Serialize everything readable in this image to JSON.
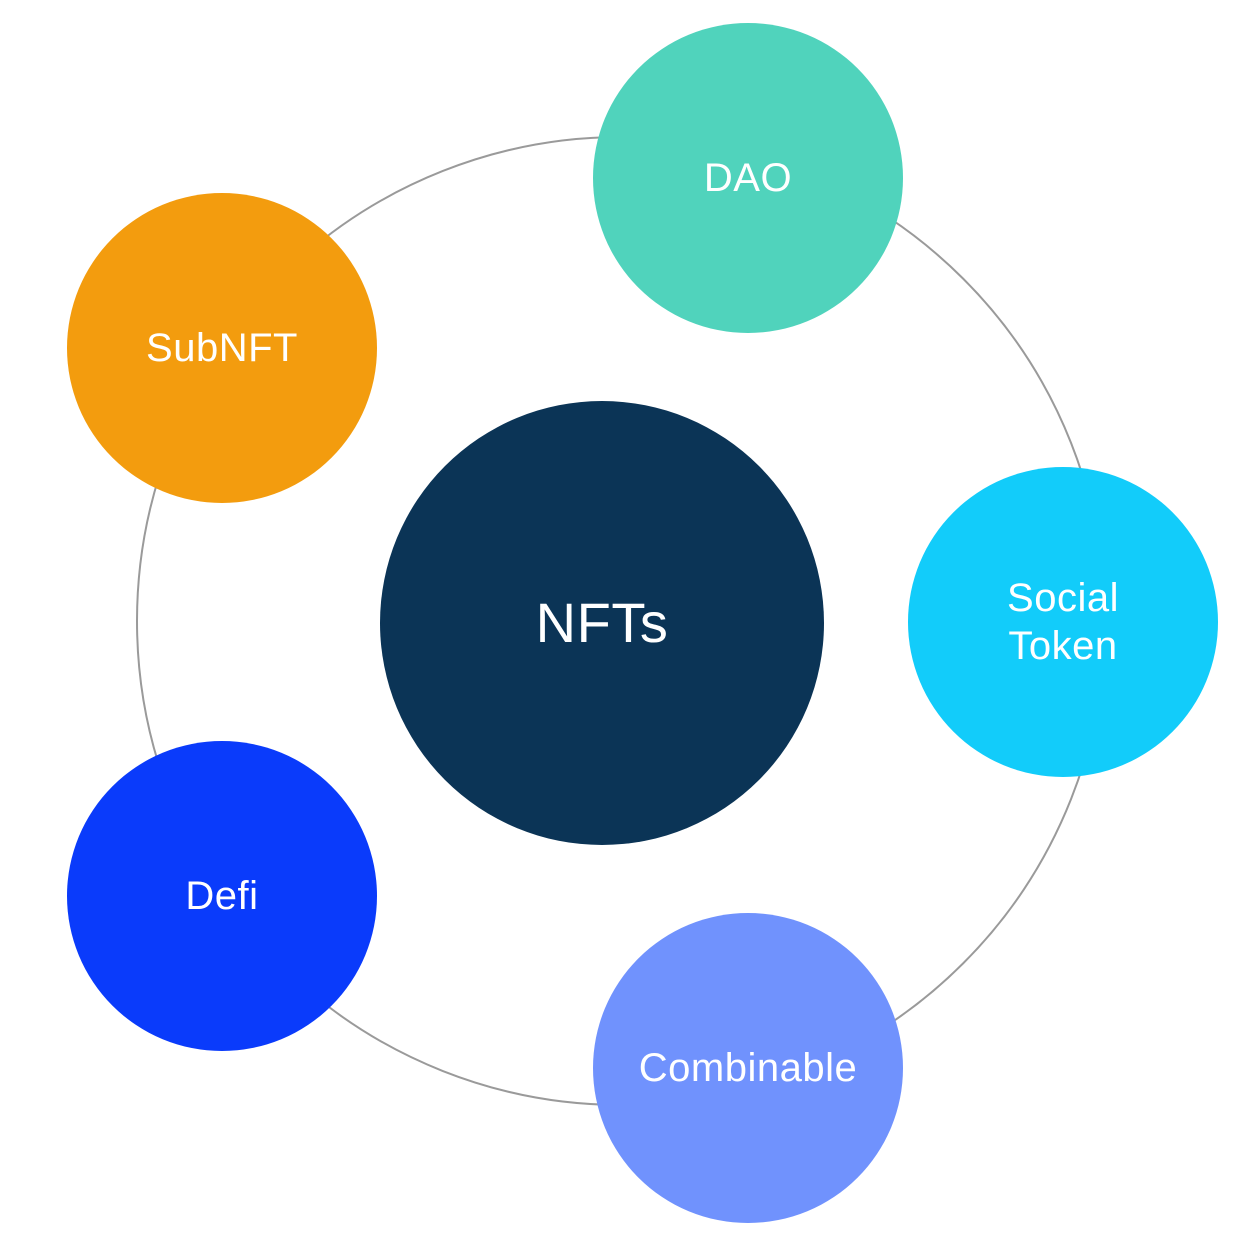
{
  "center": {
    "label": "NFTs",
    "color": "#0b3456"
  },
  "nodes": [
    {
      "id": "dao",
      "label": "DAO",
      "color": "#50d3bc"
    },
    {
      "id": "subnft",
      "label": "SubNFT",
      "color": "#f39c0e"
    },
    {
      "id": "social",
      "label": "Social Token",
      "color": "#12ccfa"
    },
    {
      "id": "defi",
      "label": "Defi",
      "color": "#0a3bfb"
    },
    {
      "id": "combinable",
      "label": "Combinable",
      "color": "#7092fd"
    }
  ],
  "ring_color": "#9a9a9a"
}
